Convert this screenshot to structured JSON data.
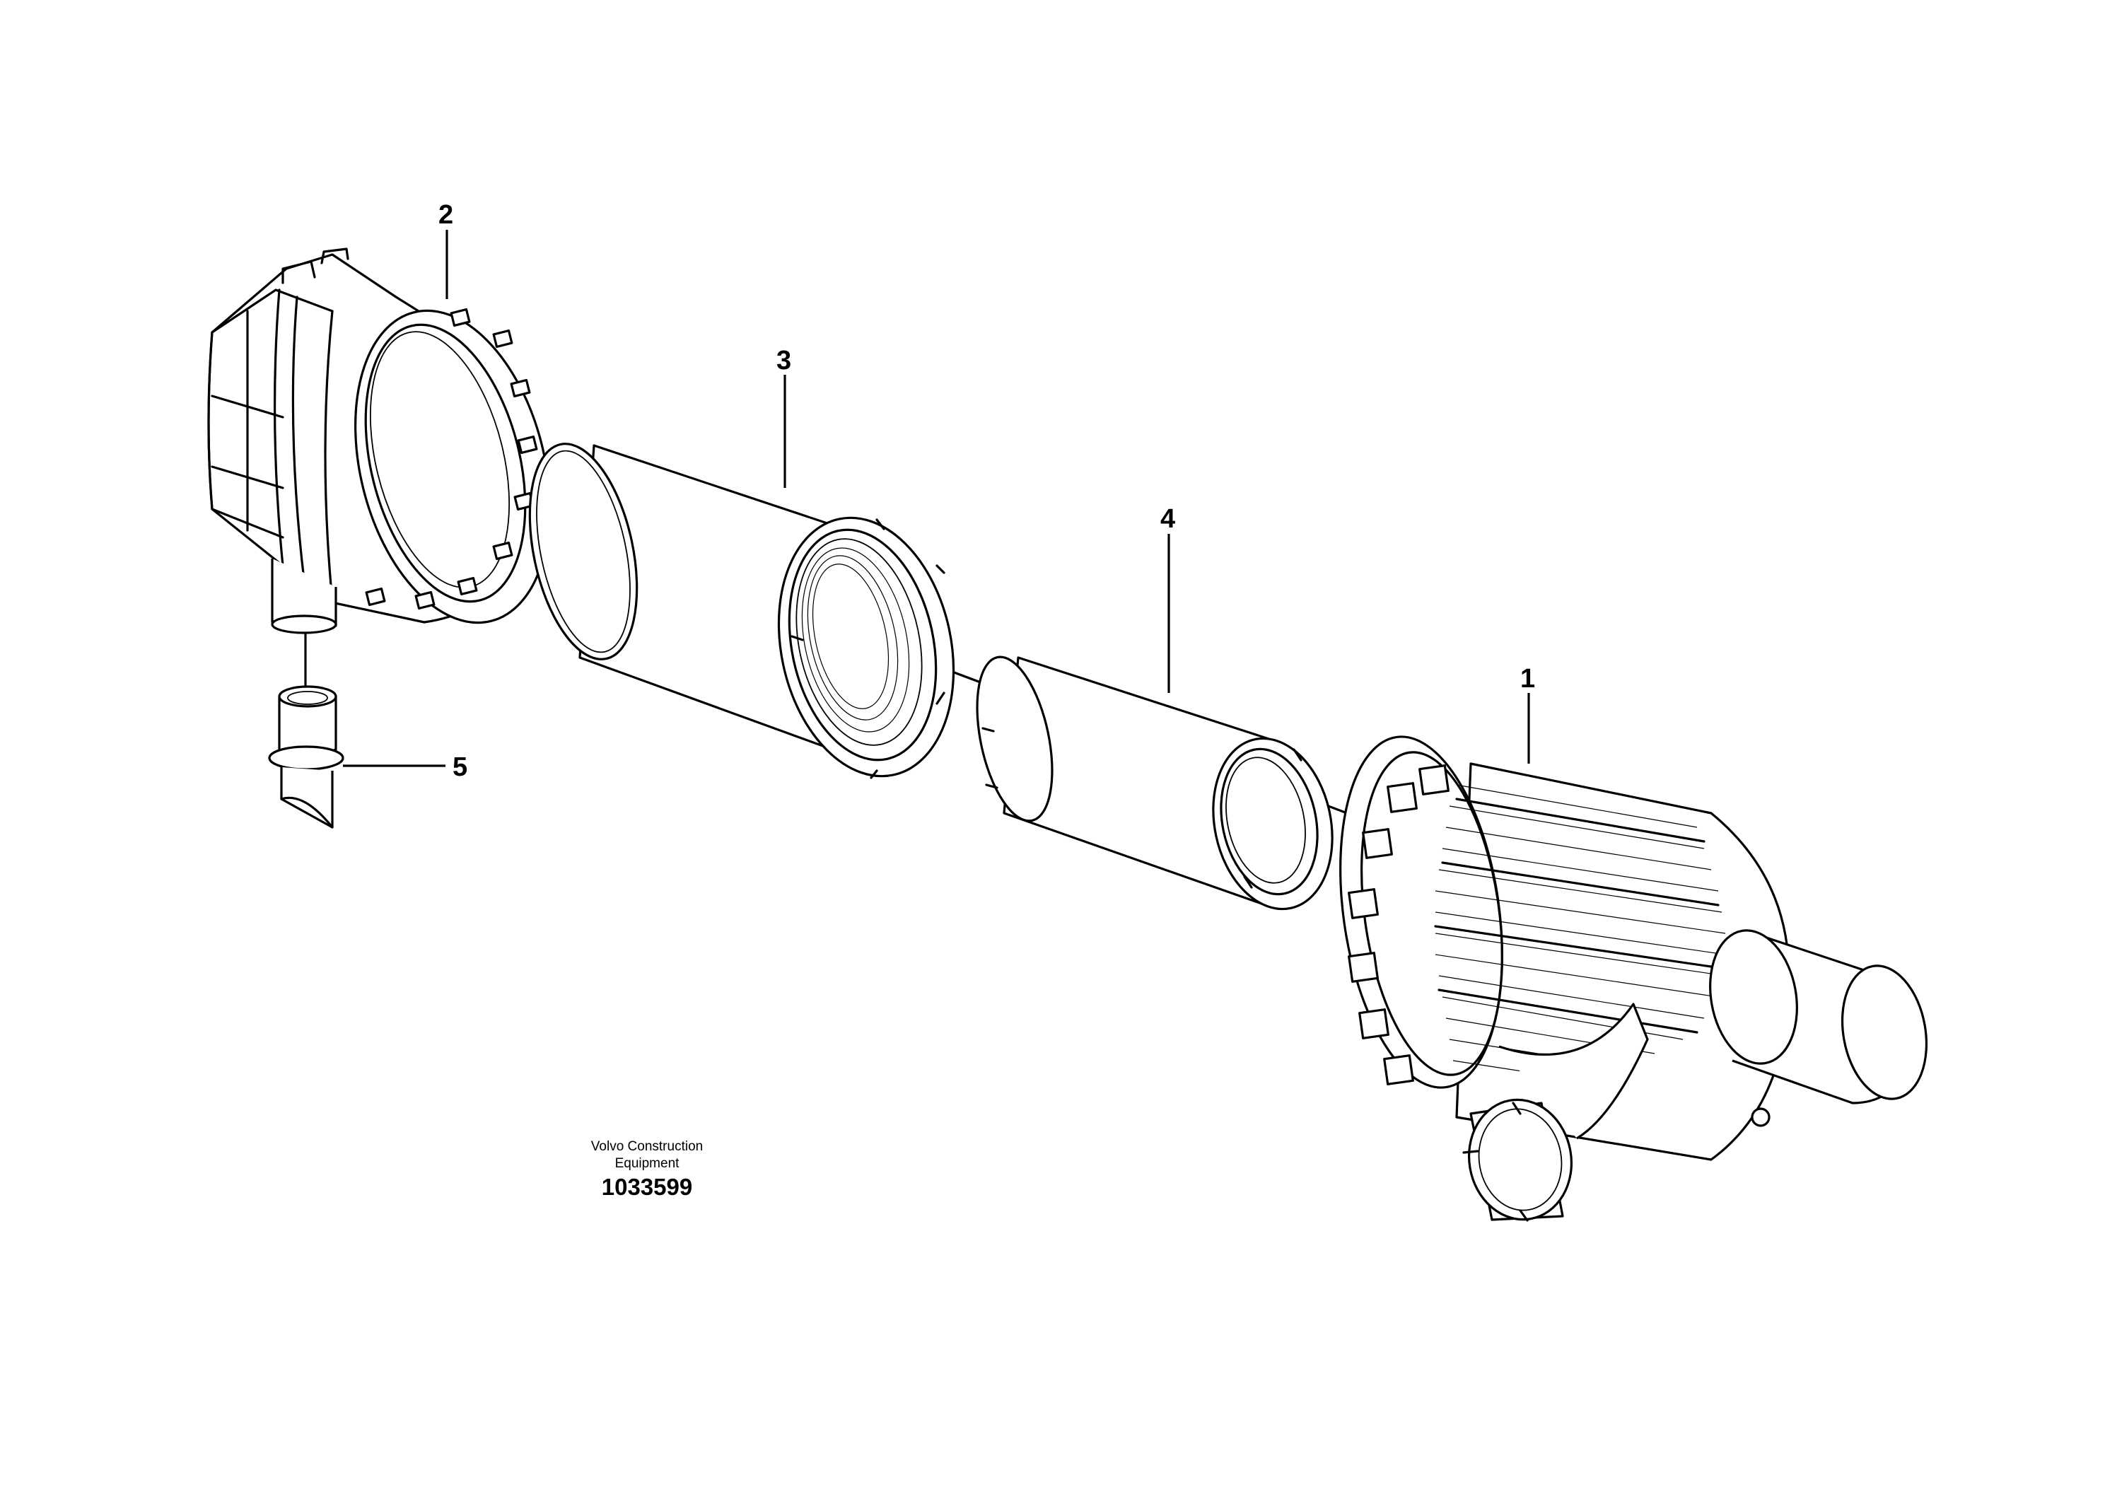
{
  "diagram": {
    "callouts": [
      {
        "id": "callout-1",
        "label": "1"
      },
      {
        "id": "callout-2",
        "label": "2"
      },
      {
        "id": "callout-3",
        "label": "3"
      },
      {
        "id": "callout-4",
        "label": "4"
      },
      {
        "id": "callout-5",
        "label": "5"
      }
    ],
    "footer": {
      "maker_line1": "Volvo Construction",
      "maker_line2": "Equipment",
      "drawing_number": "1033599"
    }
  }
}
